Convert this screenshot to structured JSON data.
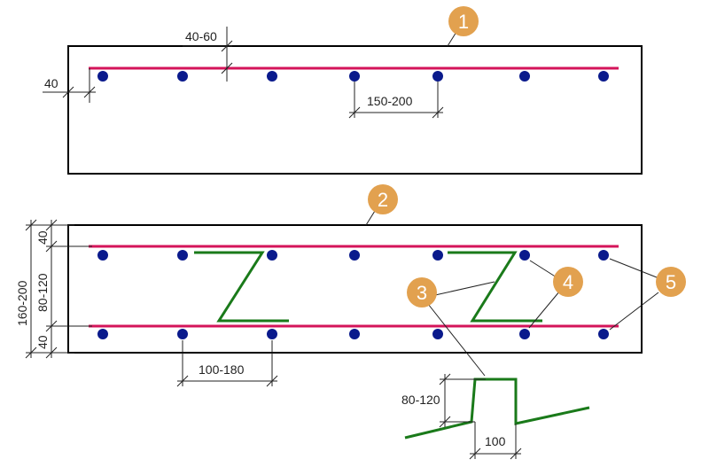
{
  "colors": {
    "slab_outline": "#000000",
    "rebar_line": "#d4145a",
    "rebar_dot": "#0a1a8c",
    "stirrup": "#1a7a1a",
    "badge_fill": "#e2a14f",
    "badge_text": "#ffffff",
    "dimension_line": "#222222"
  },
  "badges": [
    "1",
    "2",
    "3",
    "4",
    "5"
  ],
  "dimensions": {
    "top_cover": "40-60",
    "side_cover_top_slab": "40",
    "bar_spacing": "150-200",
    "thickness": "160-200",
    "top_layer_cover": "40",
    "inner_height": "80-120",
    "bottom_layer_cover": "40",
    "bottom_bar_spacing": "100-180",
    "detail_height": "80-120",
    "detail_width": "100"
  }
}
